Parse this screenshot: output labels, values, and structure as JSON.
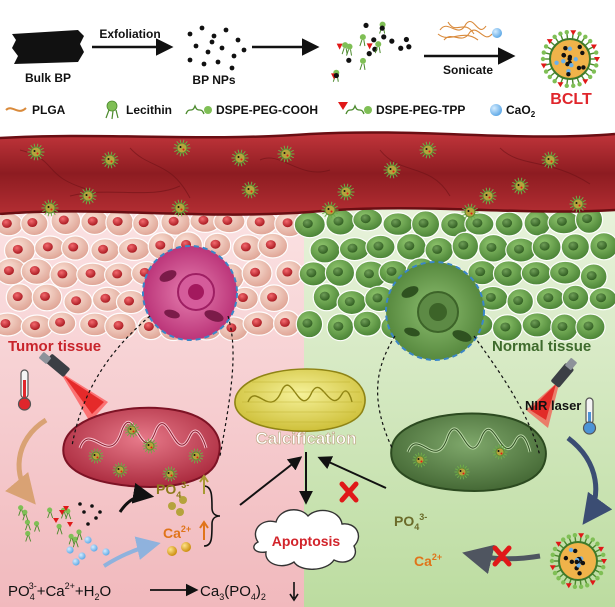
{
  "synthesis": {
    "bulk_bp": "Bulk BP",
    "exfoliation": "Exfoliation",
    "bp_nps": "BP NPs",
    "sonicate": "Sonicate",
    "product": "BCLT"
  },
  "legend": {
    "plga": "PLGA",
    "lecithin": "Lecithin",
    "dspe_peg_cooh": "DSPE-PEG-COOH",
    "dspe_peg_tpp": "DSPE-PEG-TPP",
    "cao2_main": "CaO",
    "cao2_sub": "2"
  },
  "tissue": {
    "tumor": "Tumor tissue",
    "normal": "Normal tissue",
    "nir_laser": "NIR laser"
  },
  "center": {
    "calcification": "Calcification",
    "apoptosis": "Apoptosis"
  },
  "ions": {
    "po4": "PO",
    "po4_sub": "4",
    "po4_sup": "3-",
    "ca": "Ca",
    "ca_sup": "2+"
  },
  "equation": {
    "p1": "PO",
    "s1": "4",
    "u1": "3-",
    "p2": "+Ca",
    "u2": "2+",
    "p3": "+H",
    "s3": "2",
    "p4": "O",
    "p5": "Ca",
    "s5": "3",
    "p6": "(PO",
    "s6": "4",
    "p7": ")",
    "s7": "2"
  },
  "colors": {
    "tumor_bg": "#f4c6c8",
    "normal_bg": "#cfe5b8",
    "vessel": "#a3262b",
    "tumor_cell": "#e9b4a4",
    "normal_cell": "#6aa34f",
    "title_red": "#c8242b",
    "title_green": "#3e6b2c",
    "calcification": "#ffffff",
    "laser": "#e01818"
  }
}
